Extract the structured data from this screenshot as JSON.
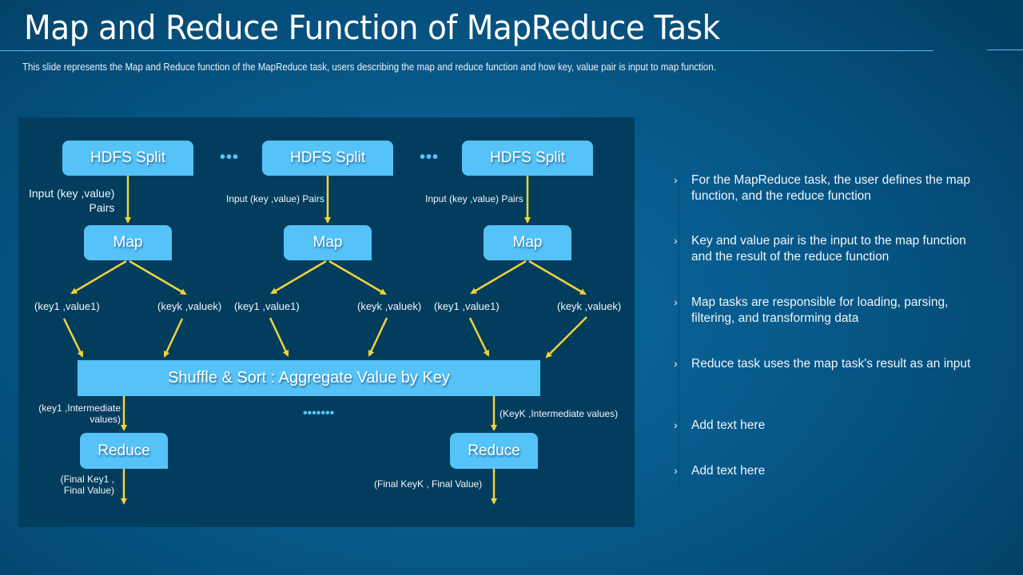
{
  "header": {
    "title": "Map and Reduce Function of MapReduce Task",
    "subtitle": "This slide represents the Map and Reduce function of the MapReduce task, users describing the map and reduce function and how key, value  pair is input to map function."
  },
  "colors": {
    "node_fill": "#55c3f8",
    "panel_bg": "#033d5e",
    "arrow": "#f0d43a",
    "rule": "#5fc0f0"
  },
  "diagram": {
    "splits": [
      {
        "label": "HDFS Split",
        "input_label": "Input  (key ,value)",
        "input_label_line2": "Pairs"
      },
      {
        "label": "HDFS Split",
        "input_label": "Input (key ,value) Pairs"
      },
      {
        "label": "HDFS Split",
        "input_label": "Input (key ,value) Pairs"
      }
    ],
    "split_ellipsis": "•••",
    "maps": [
      {
        "label": "Map",
        "left_output": "(key1 ,value1)",
        "right_output": "(keyk ,valuek)"
      },
      {
        "label": "Map",
        "left_output": "(key1 ,value1)",
        "right_output": "(keyk ,valuek)"
      },
      {
        "label": "Map",
        "left_output": "(key1 ,value1)",
        "right_output": "(keyk ,valuek)"
      }
    ],
    "shuffle": "Shuffle & Sort : Aggregate  Value by Key",
    "reduce_ellipsis": "•••••••",
    "reducers": [
      {
        "label": "Reduce",
        "input_line1": "(key1 ,Intermediate",
        "input_line2": "values)",
        "output_line1": "(Final Key1 ,",
        "output_line2": "Final Value)"
      },
      {
        "label": "Reduce",
        "input_line1": "(KeyK ,Intermediate values)",
        "output_line1": "(Final KeyK , Final Value)"
      }
    ]
  },
  "bullets": [
    {
      "icon": "chevron-right-icon",
      "text": "For the MapReduce task, the user defines the map function,  and the reduce function"
    },
    {
      "icon": "chevron-right-icon",
      "text": "Key and value pair is the input to the map function  and the result of the reduce function"
    },
    {
      "icon": "chevron-right-icon",
      "text": "Map tasks are responsible for loading, parsing, filtering,  and transforming data"
    },
    {
      "icon": "chevron-right-icon",
      "text": "Reduce task uses the map task's result as an input"
    },
    {
      "icon": "chevron-right-icon",
      "text": "Add text here"
    },
    {
      "icon": "chevron-right-icon",
      "text": "Add text here"
    }
  ]
}
